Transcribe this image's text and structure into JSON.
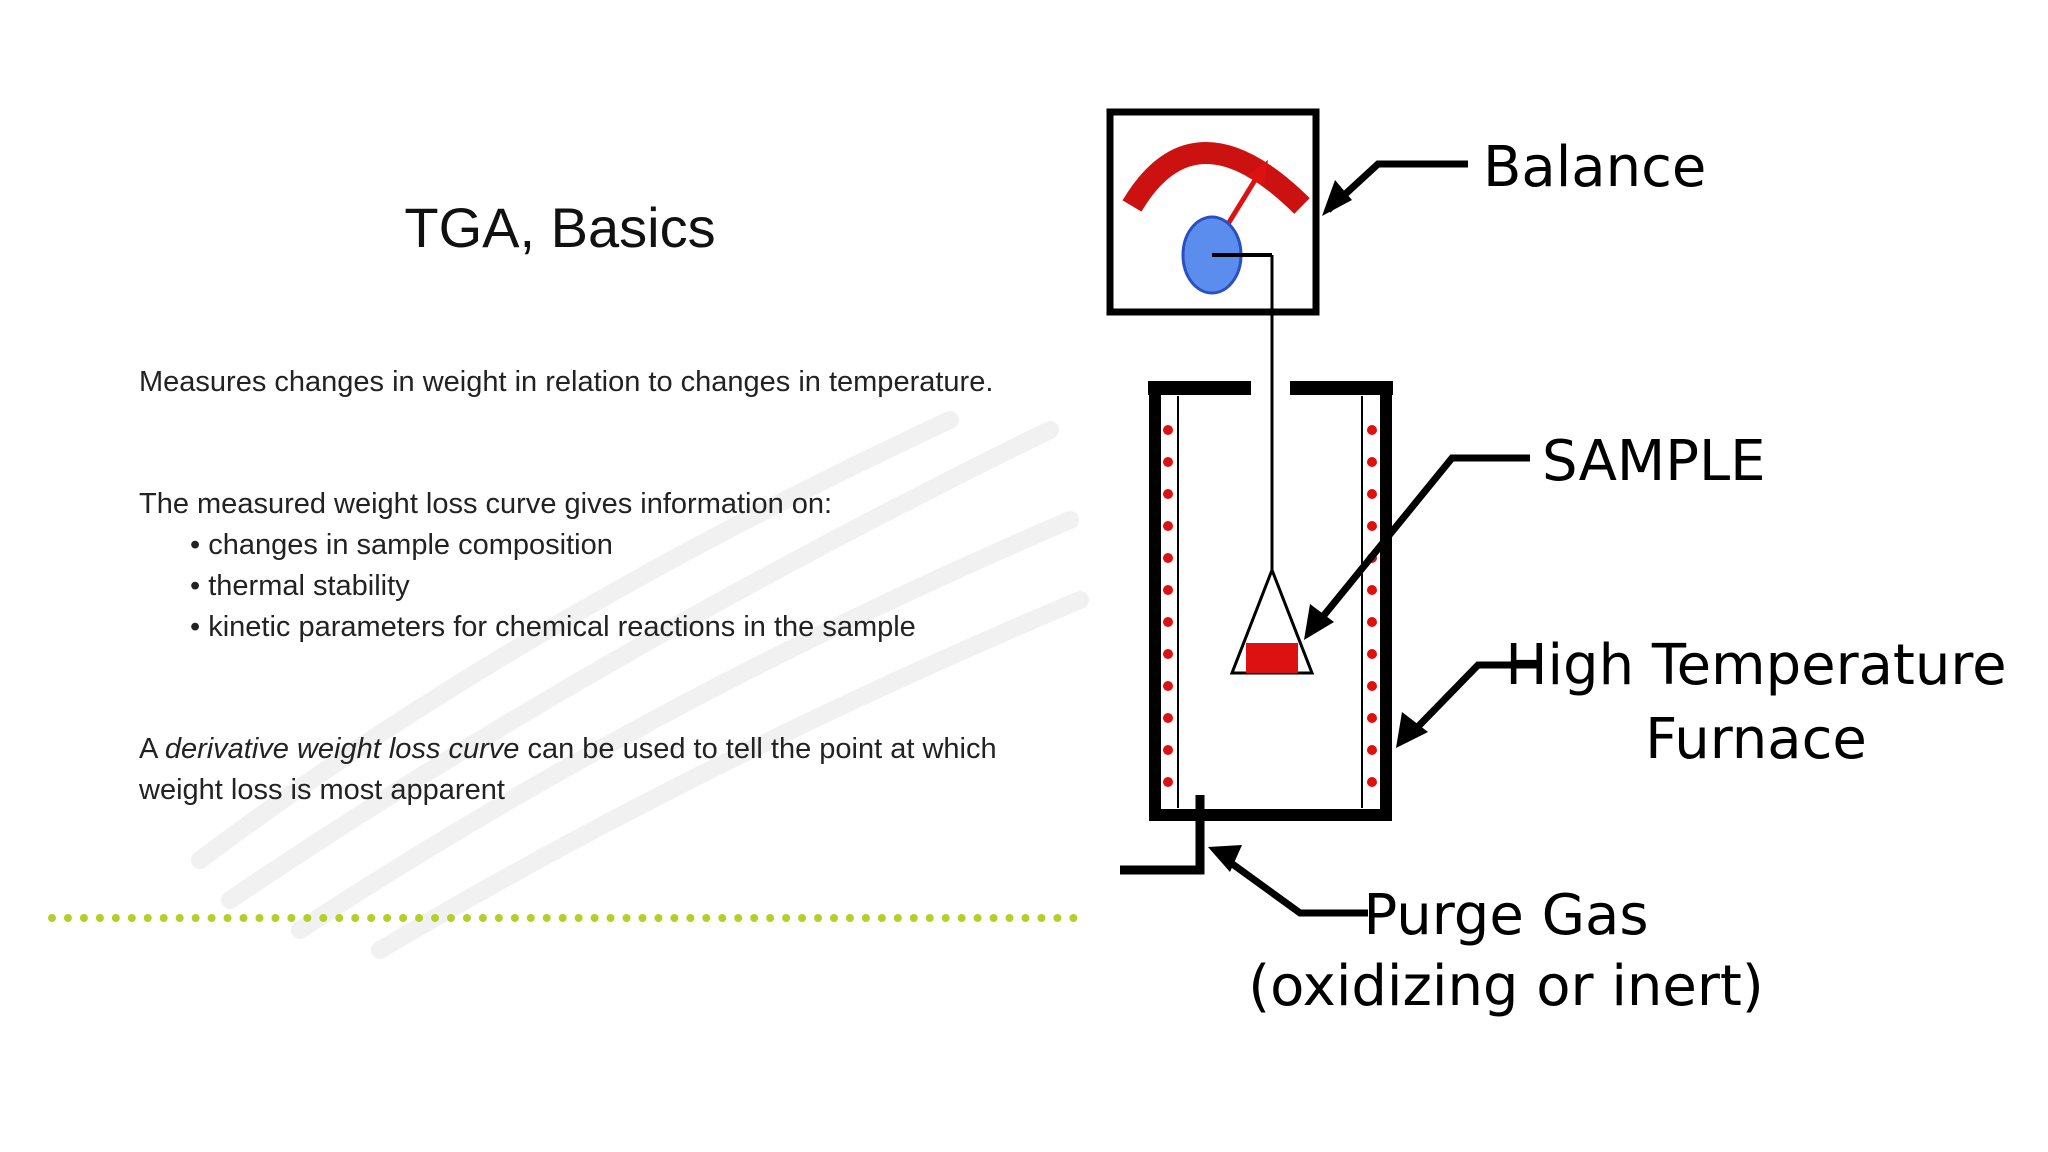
{
  "slide": {
    "title": "TGA, Basics",
    "para1": "Measures changes in weight in relation to changes in temperature.",
    "para2": "The measured weight loss curve gives information on:",
    "bullets": [
      "changes in sample composition",
      "thermal stability",
      "kinetic parameters for chemical reactions in the sample"
    ],
    "para3_prefix": "A ",
    "para3_em": "derivative weight loss curve",
    "para3_mid": " can be used to tell the point at which",
    "para3_line2": "weight loss is most apparent"
  },
  "diagram": {
    "labels": {
      "balance": "Balance",
      "sample": "SAMPLE",
      "furnace_line1": "High Temperature",
      "furnace_line2": "Furnace",
      "purge_line1": "Purge Gas",
      "purge_line2": "(oxidizing or inert)"
    },
    "colors": {
      "gauge_arc": "#cc1111",
      "needle": "#dd1111",
      "pivot": "#5b8def",
      "sample": "#dd1111",
      "heater_dots": "#dd1111",
      "accent_dots": "#b5cf2a"
    }
  }
}
